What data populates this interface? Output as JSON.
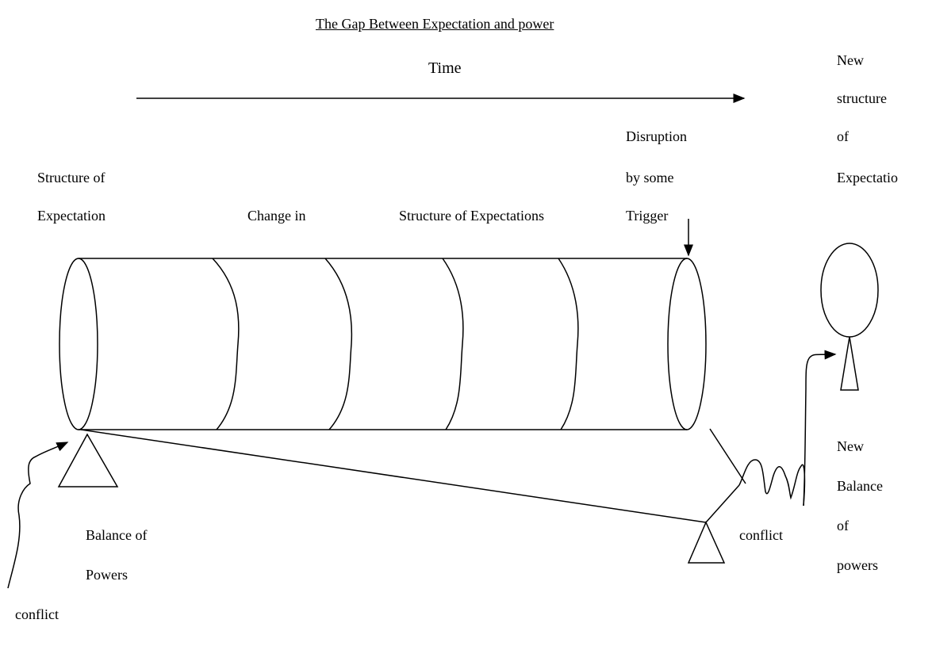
{
  "title": "The Gap Between Expectation and power",
  "time_label": "Time",
  "labels": {
    "structure_of_expectation": [
      "Structure of",
      "Expectation"
    ],
    "change_in": "Change in",
    "structure_of_expectations": "Structure of Expectations",
    "disruption": [
      "Disruption",
      "by some",
      "Trigger"
    ],
    "new_structure": [
      "New",
      "structure",
      "of",
      "Expectatio"
    ],
    "balance_of_powers": [
      "Balance of",
      "Powers"
    ],
    "conflict_left": "conflict",
    "conflict_right": "conflict",
    "new_balance": [
      "New",
      "Balance",
      "of",
      "powers"
    ]
  }
}
